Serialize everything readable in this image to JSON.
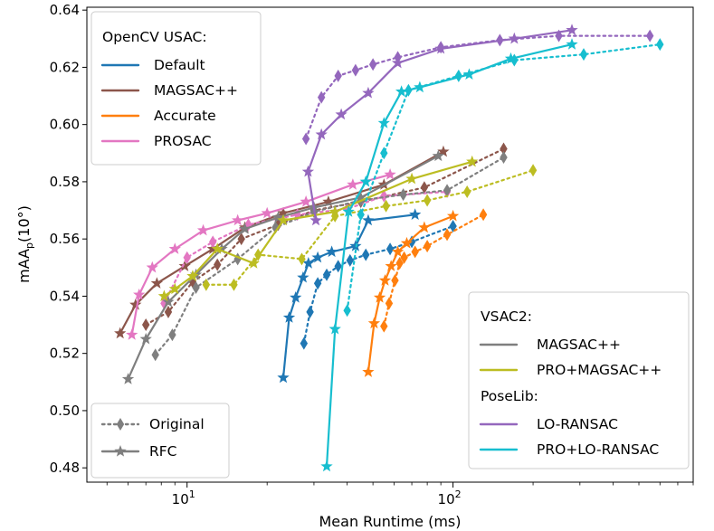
{
  "chart_data": {
    "type": "line",
    "xlabel": "Mean Runtime (ms)",
    "ylabel": "mAA",
    "ylabel_sub": "p",
    "ylabel_suffix": "(10°)",
    "xscale": "log",
    "xlim": [
      4.2,
      800
    ],
    "ylim": [
      0.475,
      0.641
    ],
    "yticks": [
      "0.48",
      "0.50",
      "0.52",
      "0.54",
      "0.56",
      "0.58",
      "0.60",
      "0.62",
      "0.64"
    ],
    "ytick_values": [
      0.48,
      0.5,
      0.52,
      0.54,
      0.56,
      0.58,
      0.6,
      0.62,
      0.64
    ],
    "xticks": [
      {
        "value": 10,
        "base": "10",
        "exp": "1"
      },
      {
        "value": 100,
        "base": "10",
        "exp": "2"
      }
    ],
    "legends": {
      "opencv": {
        "title": "OpenCV USAC:",
        "position": "top-left",
        "entries": [
          "Default",
          "MAGSAC++",
          "Accurate",
          "PROSAC"
        ]
      },
      "style": {
        "position": "bottom-left",
        "entries": [
          {
            "label": "Original",
            "marker": "diamond",
            "dash": "dotted"
          },
          {
            "label": "RFC",
            "marker": "star",
            "dash": "solid"
          }
        ]
      },
      "vsac": {
        "position": "bottom-right",
        "group1_title": "VSAC2:",
        "group1_entries": [
          "MAGSAC++",
          "PRO+MAGSAC++"
        ],
        "group2_title": "PoseLib:",
        "group2_entries": [
          "LO-RANSAC",
          "PRO+LO-RANSAC"
        ]
      }
    },
    "series": [
      {
        "name": "Default",
        "color": "#1f77b4",
        "variant": "Original",
        "x": [
          27.5,
          29.0,
          31.0,
          33.5,
          37.0,
          41.0,
          47.0,
          58.0,
          70.0,
          100.0
        ],
        "y": [
          0.5235,
          0.5345,
          0.5445,
          0.5475,
          0.5505,
          0.5525,
          0.5545,
          0.5565,
          0.559,
          0.5645
        ]
      },
      {
        "name": "Default",
        "color": "#1f77b4",
        "variant": "RFC",
        "x": [
          23.0,
          24.2,
          25.6,
          27.3,
          28.6,
          31.0,
          35.0,
          43.0,
          48.0,
          72.0
        ],
        "y": [
          0.5115,
          0.5325,
          0.5395,
          0.5465,
          0.5515,
          0.5535,
          0.5555,
          0.5575,
          0.5665,
          0.5685
        ]
      },
      {
        "name": "MAGSAC++",
        "color": "#8c564b",
        "variant": "Original",
        "x": [
          7.0,
          8.5,
          10.5,
          13.0,
          16.0,
          22.0,
          30.0,
          45.0,
          78.0,
          155.0
        ],
        "y": [
          0.53,
          0.5345,
          0.545,
          0.551,
          0.56,
          0.565,
          0.57,
          0.573,
          0.578,
          0.5915
        ]
      },
      {
        "name": "MAGSAC++",
        "color": "#8c564b",
        "variant": "RFC",
        "x": [
          5.6,
          6.4,
          7.7,
          9.8,
          12.5,
          16.5,
          23.0,
          34.0,
          55.0,
          92.0
        ],
        "y": [
          0.527,
          0.537,
          0.5445,
          0.5505,
          0.5565,
          0.564,
          0.569,
          0.573,
          0.579,
          0.5905
        ]
      },
      {
        "name": "Accurate",
        "color": "#ff7f0e",
        "variant": "Original",
        "x": [
          55.0,
          57.5,
          60.5,
          63.0,
          65.5,
          72.0,
          80.0,
          95.0,
          130.0
        ],
        "y": [
          0.5295,
          0.5375,
          0.5455,
          0.5515,
          0.5535,
          0.5555,
          0.5575,
          0.5615,
          0.5685
        ]
      },
      {
        "name": "Accurate",
        "color": "#ff7f0e",
        "variant": "RFC",
        "x": [
          48.0,
          50.5,
          53.0,
          55.5,
          58.5,
          62.0,
          67.0,
          78.0,
          100.0
        ],
        "y": [
          0.5135,
          0.5305,
          0.5395,
          0.5455,
          0.5505,
          0.5555,
          0.5585,
          0.564,
          0.568
        ]
      },
      {
        "name": "PROSAC",
        "color": "#e377c2",
        "variant": "Original",
        "x": [
          8.2,
          10.0,
          12.5,
          17.0,
          26.0,
          40.0,
          55.0,
          95.0
        ],
        "y": [
          0.5375,
          0.5535,
          0.559,
          0.565,
          0.5685,
          0.5705,
          0.575,
          0.5765
        ]
      },
      {
        "name": "PROSAC",
        "color": "#e377c2",
        "variant": "RFC",
        "x": [
          6.2,
          6.6,
          7.4,
          9.0,
          11.5,
          15.5,
          20.0,
          28.0,
          42.0,
          58.0
        ],
        "y": [
          0.5265,
          0.5405,
          0.55,
          0.5565,
          0.563,
          0.5665,
          0.569,
          0.573,
          0.579,
          0.5825
        ]
      },
      {
        "name": "MAGSAC++ (VSAC2)",
        "color": "#7f7f7f",
        "variant": "Original",
        "x": [
          7.6,
          8.8,
          10.8,
          15.5,
          21.5,
          30.0,
          45.0,
          65.0,
          95.0,
          155.0
        ],
        "y": [
          0.5195,
          0.5265,
          0.543,
          0.553,
          0.564,
          0.5695,
          0.5735,
          0.5755,
          0.577,
          0.5885
        ]
      },
      {
        "name": "MAGSAC++ (VSAC2)",
        "color": "#7f7f7f",
        "variant": "RFC",
        "x": [
          6.0,
          7.0,
          8.5,
          10.8,
          13.5,
          16.5,
          22.0,
          30.0,
          45.0,
          88.0
        ],
        "y": [
          0.511,
          0.525,
          0.538,
          0.5475,
          0.5565,
          0.5635,
          0.5675,
          0.571,
          0.5745,
          0.589
        ]
      },
      {
        "name": "PRO+MAGSAC++",
        "color": "#bcbd22",
        "variant": "Original",
        "x": [
          11.8,
          15.0,
          18.5,
          27.0,
          36.0,
          56.0,
          80.0,
          113.0,
          200.0
        ],
        "y": [
          0.544,
          0.544,
          0.5545,
          0.553,
          0.568,
          0.5715,
          0.5735,
          0.5765,
          0.584
        ]
      },
      {
        "name": "PRO+MAGSAC++",
        "color": "#bcbd22",
        "variant": "RFC",
        "x": [
          8.2,
          9.0,
          10.5,
          13.0,
          17.8,
          23.0,
          36.0,
          70.0,
          118.0
        ],
        "y": [
          0.54,
          0.5425,
          0.547,
          0.5565,
          0.5515,
          0.5665,
          0.5695,
          0.581,
          0.587
        ]
      },
      {
        "name": "LO-RANSAC",
        "color": "#9467bd",
        "variant": "Original",
        "x": [
          28.0,
          32.0,
          37.0,
          43.0,
          50.0,
          62.0,
          90.0,
          150.0,
          250.0,
          550.0
        ],
        "y": [
          0.595,
          0.6095,
          0.617,
          0.619,
          0.621,
          0.6235,
          0.627,
          0.6295,
          0.631,
          0.631
        ]
      },
      {
        "name": "LO-RANSAC",
        "color": "#9467bd",
        "variant": "RFC",
        "x": [
          30.5,
          28.5,
          32.0,
          38.0,
          48.0,
          62.0,
          90.0,
          170.0,
          280.0
        ],
        "y": [
          0.5665,
          0.5835,
          0.5965,
          0.6035,
          0.611,
          0.6215,
          0.6265,
          0.63,
          0.633
        ]
      },
      {
        "name": "PRO+LO-RANSAC",
        "color": "#17becf",
        "variant": "Original",
        "x": [
          40.0,
          45.0,
          55.0,
          68.0,
          105.0,
          170.0,
          310.0,
          600.0
        ],
        "y": [
          0.535,
          0.5685,
          0.59,
          0.612,
          0.617,
          0.6225,
          0.6245,
          0.628
        ]
      },
      {
        "name": "PRO+LO-RANSAC",
        "color": "#17becf",
        "variant": "RFC",
        "x": [
          33.5,
          36.0,
          40.5,
          47.0,
          55.0,
          64.0,
          75.0,
          115.0,
          165.0,
          280.0
        ],
        "y": [
          0.4805,
          0.5285,
          0.5695,
          0.58,
          0.6005,
          0.6115,
          0.613,
          0.6175,
          0.623,
          0.628
        ]
      }
    ]
  }
}
